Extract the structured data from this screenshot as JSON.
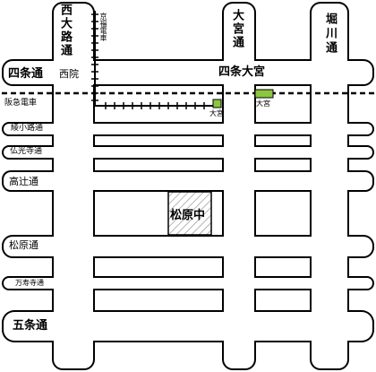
{
  "map": {
    "streets": {
      "nishioji": "西大路通",
      "omiya": "大宮通",
      "horikawa": "堀川通",
      "shijo": "四条通",
      "ayanokoji": "綾小路通",
      "bukkoji": "仏光寺通",
      "takatsuji": "高辻通",
      "matsubara": "松原通",
      "manjuji": "万寿寺通",
      "gojo": "五条通"
    },
    "railways": {
      "hankyu": "阪急電車",
      "keifuku": "京福電車"
    },
    "places": {
      "saiin": "西院",
      "shijo_omiya": "四条大宮",
      "school": "松原中"
    },
    "stations": {
      "keifuku_omiya": "大宮",
      "hankyu_omiya": "大宮"
    },
    "colors": {
      "station": "#8cc63f",
      "line": "#000000",
      "background": "#ffffff"
    }
  }
}
